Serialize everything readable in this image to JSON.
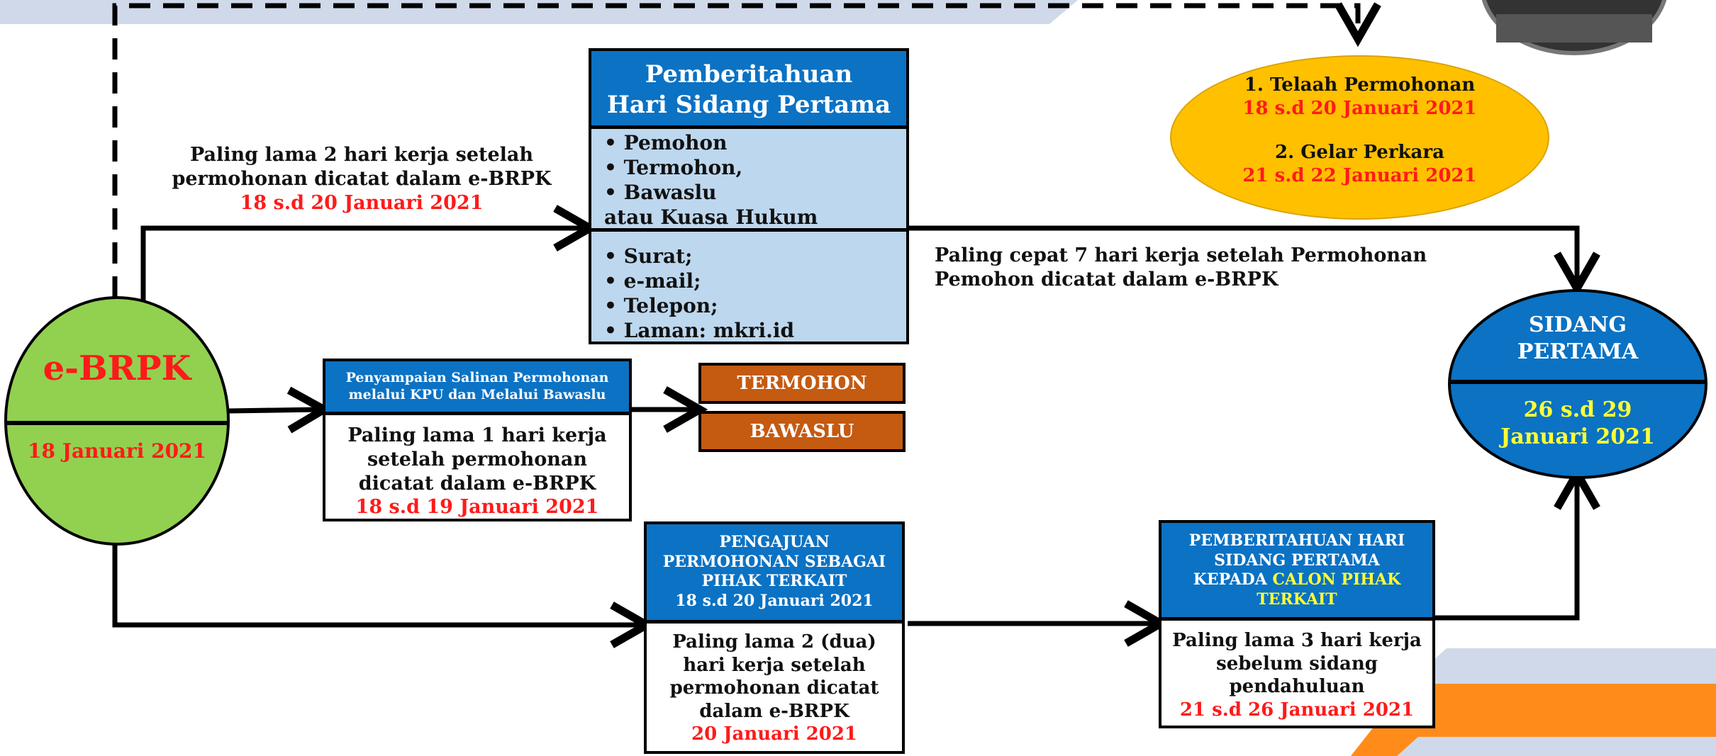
{
  "ebrpk": {
    "title": "e-BRPK",
    "date": "18 Januari 2021"
  },
  "top_note": {
    "line1": "Paling lama 2 hari kerja setelah",
    "line2": "permohonan dicatat dalam e-BRPK",
    "date": "18 s.d 20 Januari 2021"
  },
  "notice": {
    "title1": "Pemberitahuan",
    "title2": "Hari Sidang Pertama",
    "recipients": [
      "Pemohon",
      "Termohon,",
      "Bawaslu"
    ],
    "recipients_tail": "atau Kuasa Hukum",
    "channels": [
      "Surat;",
      "e-mail;",
      "Telepon;",
      "Laman: mkri.id"
    ]
  },
  "review": {
    "item1": "1. Telaah Permohonan",
    "date1": "18 s.d 20 Januari 2021",
    "item2": "2. Gelar Perkara",
    "date2": "21 s.d 22 Januari 2021"
  },
  "mid_note": {
    "line1": "Paling cepat 7 hari kerja  setelah Permohonan",
    "line2": "Pemohon dicatat  dalam e-BRPK"
  },
  "sidang": {
    "title1": "SIDANG",
    "title2": "PERTAMA",
    "date1": "26 s.d 29",
    "date2": "Januari 2021"
  },
  "copy": {
    "header1": "Penyampaian Salinan Permohonan",
    "header2": "melalui KPU dan Melalui Bawaslu",
    "l1": "Paling lama 1 hari kerja",
    "l2": "setelah permohonan",
    "l3": "dicatat dalam e-BRPK",
    "date": "18 s.d 19 Januari 2021"
  },
  "targets": {
    "termohon": "TERMOHON",
    "bawaslu": "BAWASLU"
  },
  "pengajuan": {
    "h1": "PENGAJUAN",
    "h2": "PERMOHONAN SEBAGAI",
    "h3": "PIHAK TERKAIT",
    "h4": "18 s.d 20 Januari 2021",
    "l1": "Paling lama 2  (dua)",
    "l2": "hari kerja setelah",
    "l3": "permohonan dicatat",
    "l4": "dalam e-BRPK",
    "date": "20 Januari 2021"
  },
  "notify_pt": {
    "h1": "PEMBERITAHUAN HARI",
    "h2": "SIDANG PERTAMA",
    "h3a": "KEPADA ",
    "h3b": "CALON PIHAK",
    "h4": "TERKAIT",
    "l1": "Paling lama 3 hari kerja",
    "l2": "sebelum sidang",
    "l3": "pendahuluan",
    "date": "21 s.d 26 Januari 2021"
  },
  "colors": {
    "header_blue": "#0b72c4",
    "light_blue": "#bdd7ee",
    "green": "#92d050",
    "gold": "#ffc000",
    "orange": "#c55a11",
    "red": "#ff1a1a",
    "yellow": "#ffff33"
  }
}
